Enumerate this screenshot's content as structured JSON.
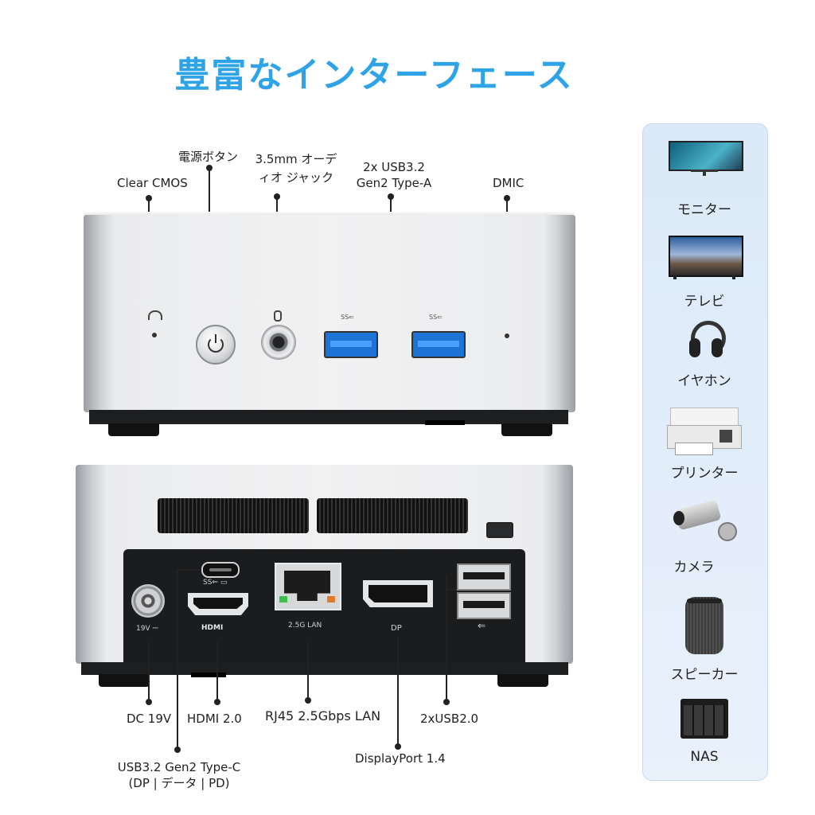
{
  "title": "豊富なインターフェース",
  "front_labels": {
    "clear_cmos": "Clear CMOS",
    "power": "電源ボタン",
    "audio_line1": "3.5mm オーデ",
    "audio_line2": "ィオ ジャック",
    "usb_line1": "2x USB3.2",
    "usb_line2": "Gen2 Type-A",
    "dmic": "DMIC",
    "ss_mark": "SS⇐"
  },
  "rear_labels": {
    "dc": "DC 19V",
    "hdmi": "HDMI 2.0",
    "rj45": "RJ45 2.5Gbps LAN",
    "usb2": "2xUSB2.0",
    "typec_line1": "USB3.2 Gen2 Type-C",
    "typec_line2": "(DP | データ |  PD)",
    "displayport": "DisplayPort 1.4",
    "port_19v": "19V ⎓",
    "port_hdmi": "HDMI",
    "port_lan": "2.5G LAN",
    "port_dp": "DP",
    "port_typec": "SS⇐ ▭",
    "port_usb": "⇐"
  },
  "devices": [
    {
      "label": "モニター",
      "icon": "monitor-icon"
    },
    {
      "label": "テレビ",
      "icon": "tv-icon"
    },
    {
      "label": "イヤホン",
      "icon": "headphones-icon"
    },
    {
      "label": "プリンター",
      "icon": "printer-icon"
    },
    {
      "label": "カメラ",
      "icon": "camera-icon"
    },
    {
      "label": "スピーカー",
      "icon": "speaker-icon"
    },
    {
      "label": "NAS",
      "icon": "nas-icon"
    }
  ],
  "colors": {
    "title": "#2ea3e6",
    "usb3_blue": "#1e73d6",
    "panel_bg": "#dbe9f8"
  }
}
